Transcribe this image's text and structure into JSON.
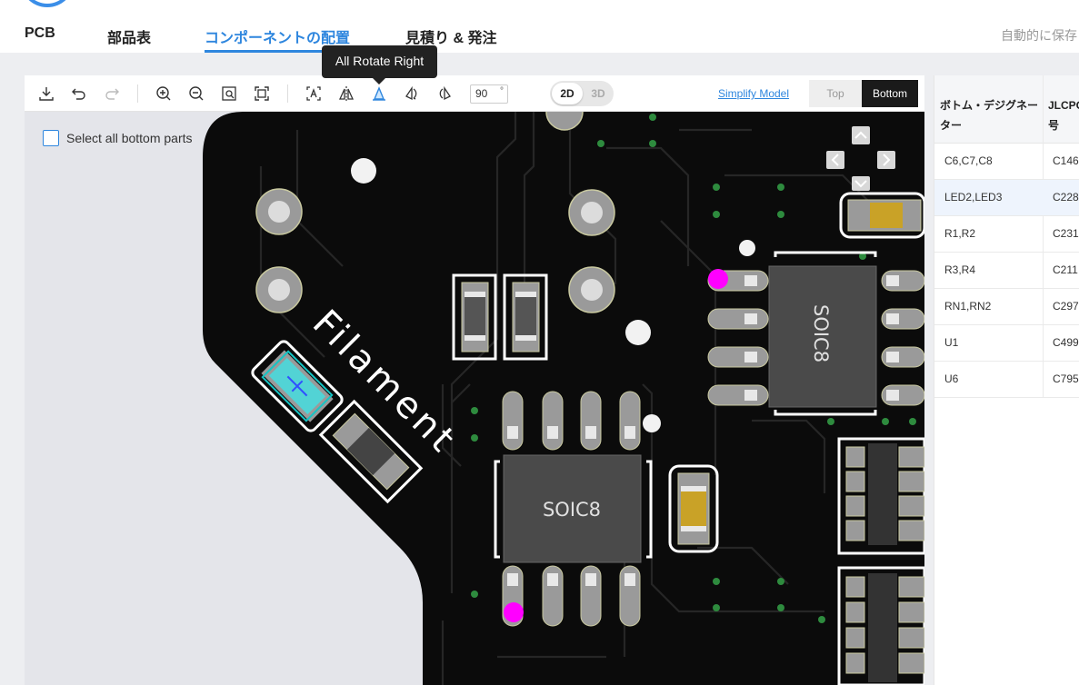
{
  "nav": {
    "tabs": [
      {
        "label": "PCB"
      },
      {
        "label": "部品表"
      },
      {
        "label": "コンポーネントの配置"
      },
      {
        "label": "見積り & 発注"
      }
    ],
    "autosave": "自動的に保存"
  },
  "toolbar": {
    "tooltip": "All Rotate Right",
    "angle_value": "90",
    "angle_unit": "°",
    "view_2d": "2D",
    "view_3d": "3D",
    "simplify_link": "Simplify Model",
    "side_top": "Top",
    "side_bottom": "Bottom"
  },
  "canvas": {
    "select_all_label": "Select all bottom parts",
    "silkscreen_label": "Filament",
    "chip_labels": [
      "SOIC8",
      "SOIC8"
    ]
  },
  "panel": {
    "headers": [
      "ボトム・デジグネーター",
      "JLCPC号"
    ],
    "rows": [
      {
        "designator": "C6,C7,C8",
        "part": "C146"
      },
      {
        "designator": "LED2,LED3",
        "part": "C228"
      },
      {
        "designator": "R1,R2",
        "part": "C231"
      },
      {
        "designator": "R3,R4",
        "part": "C211"
      },
      {
        "designator": "RN1,RN2",
        "part": "C297"
      },
      {
        "designator": "U1",
        "part": "C499"
      },
      {
        "designator": "U6",
        "part": "C795"
      }
    ]
  },
  "colors": {
    "accent": "#2e86de",
    "board": "#0b0b0b",
    "pad": "#9a9a9a",
    "pin1_marker": "#ff00ff",
    "led_body": "#c9a227"
  }
}
